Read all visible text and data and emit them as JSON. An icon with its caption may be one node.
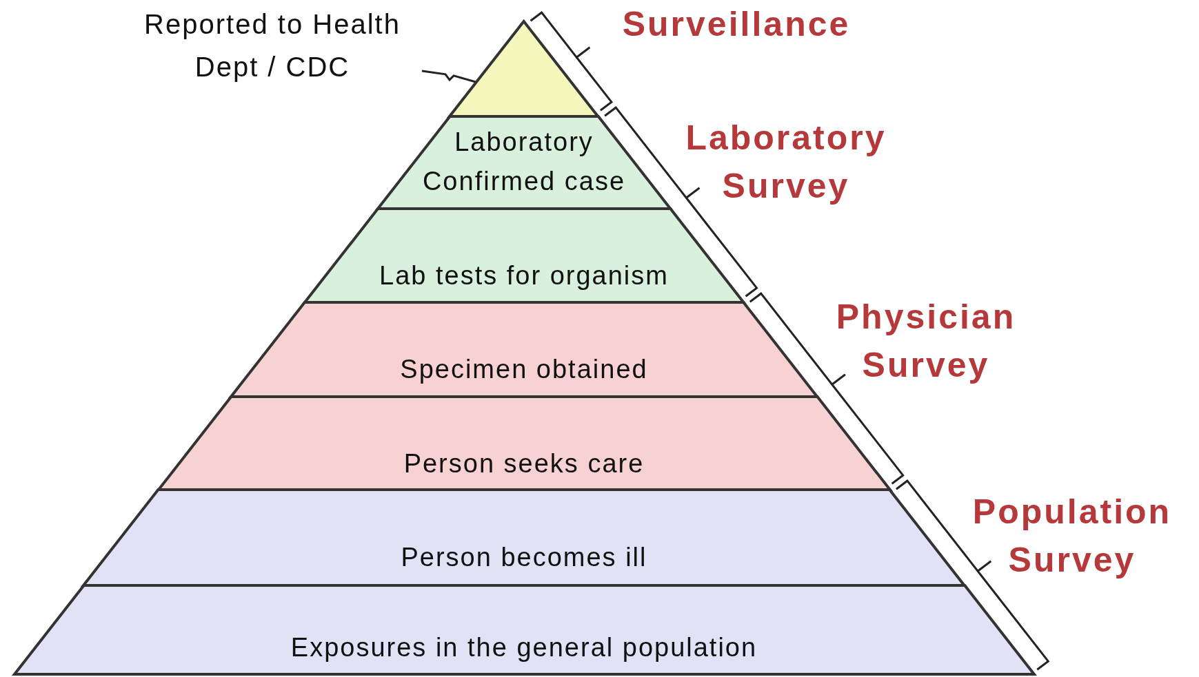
{
  "diagram": {
    "nodes": [
      {
        "text": [
          "Reported to Health Dept / CDC"
        ]
      },
      {
        "text": [],
        "shape": "triangle"
      },
      {
        "text": [
          "Laboratory Confirmed case"
        ]
      },
      {
        "text": [
          "Lab tests for organism"
        ]
      },
      {
        "text": [
          "Specimen obtained"
        ]
      },
      {
        "text": [
          "Person seeks care"
        ]
      },
      {
        "text": [
          "Person becomes ill"
        ]
      },
      {
        "text": [
          "Exposures in the general population"
        ]
      }
    ],
    "edges": [
      {
        "from": 0,
        "to": 1,
        "arrow": "none"
      }
    ],
    "labels": [
      "Surveillance",
      "Laboratory Survey",
      "Physician Survey",
      "Population Survey"
    ]
  }
}
